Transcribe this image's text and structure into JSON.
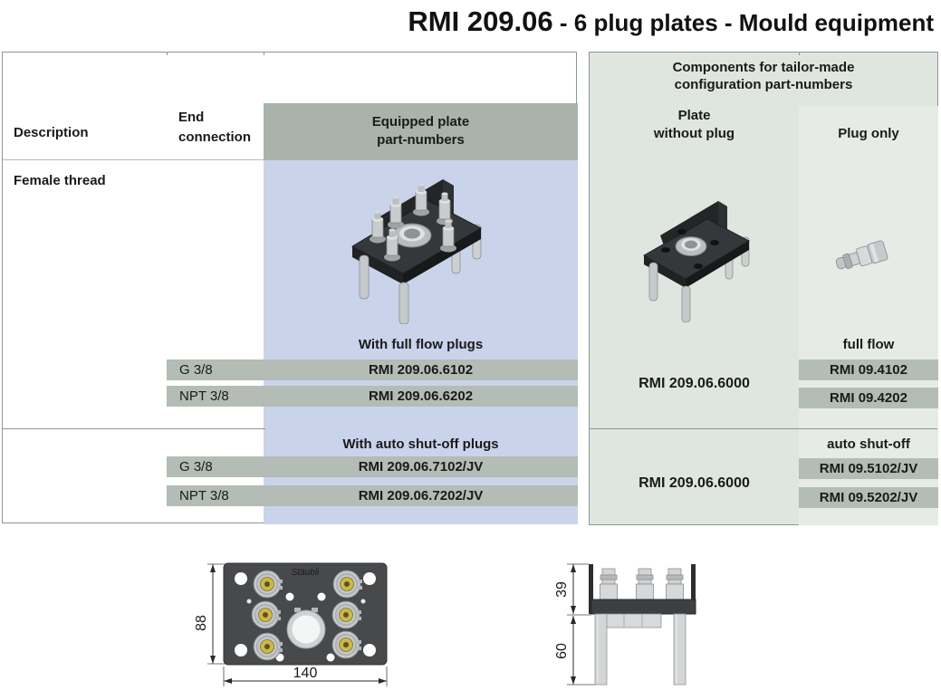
{
  "title": {
    "code": "RMI 209.06",
    "rest": " - 6 plug plates - Mould equipment"
  },
  "brand": "Stäubli",
  "left_table": {
    "col_description": "Description",
    "col_end_line1": "End",
    "col_end_line2": "connection",
    "col_equipped_line1": "Equipped plate",
    "col_equipped_line2": "part-numbers",
    "description_value": "Female thread",
    "full_flow": {
      "label": "With full flow plugs",
      "rows": [
        {
          "end_connection": "G 3/8",
          "part_number": "RMI 209.06.6102"
        },
        {
          "end_connection": "NPT 3/8",
          "part_number": "RMI 209.06.6202"
        }
      ]
    },
    "auto_shut_off": {
      "label": "With auto shut-off plugs",
      "rows": [
        {
          "end_connection": "G 3/8",
          "part_number": "RMI 209.06.7102/JV"
        },
        {
          "end_connection": "NPT 3/8",
          "part_number": "RMI 209.06.7202/JV"
        }
      ]
    }
  },
  "components_panel": {
    "header_line1": "Components for tailor-made",
    "header_line2": "configuration part-numbers",
    "col_plate_line1": "Plate",
    "col_plate_line2": "without plug",
    "col_plug": "Plug only",
    "full_flow": {
      "plate_part_number": "RMI 209.06.6000",
      "plug_type": "full flow",
      "plug_part_numbers": [
        "RMI 09.4102",
        "RMI 09.4202"
      ]
    },
    "auto_shut_off": {
      "plate_part_number": "RMI 209.06.6000",
      "plug_type": "auto shut-off",
      "plug_part_numbers": [
        "RMI 09.5102/JV",
        "RMI 09.5202/JV"
      ]
    }
  },
  "drawings": {
    "front_view": {
      "height_mm": "88",
      "width_mm": "140"
    },
    "side_view": {
      "plug_height_mm": "39",
      "leg_height_mm": "60"
    }
  },
  "colors": {
    "accent_blue": "#c9d4eb",
    "header_green_gray": "#a9b3ab",
    "row_bar": "#b3bcb5",
    "right_panel_bg": "#dfe5df",
    "plug_col_bg": "#e7ebe6",
    "border": "#8e959a"
  }
}
